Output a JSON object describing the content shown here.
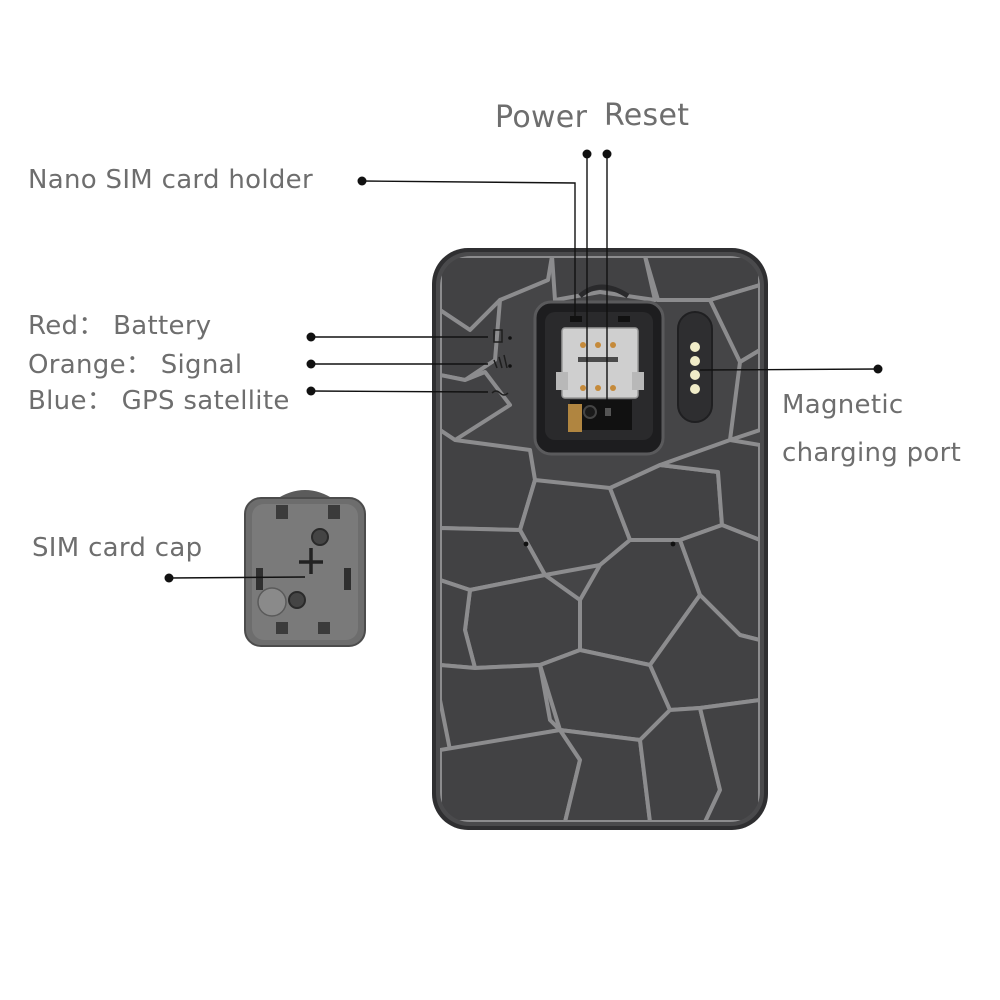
{
  "labels": {
    "power": "Power",
    "reset": "Reset",
    "nano_sim_holder": "Nano SIM card holder",
    "red_battery": "Red： Battery",
    "orange_signal": "Orange： Signal",
    "blue_gps": "Blue： GPS satellite",
    "magnetic_line1": "Magnetic",
    "magnetic_line2": "charging port",
    "sim_card_cap": "SIM card cap"
  },
  "colors": {
    "label_text": "#6e6e6e",
    "device_body": "#4a4a4c",
    "device_tile": "#3f3f41",
    "device_seam": "#8a8a8c",
    "leader_line": "#111111",
    "charging_pin": "#f0ecc8",
    "sim_metal": "#c9c9c9"
  },
  "icons": [
    "battery-icon",
    "signal-icon",
    "gps-satellite-icon",
    "charging-pins-icon",
    "sim-slot-icon"
  ]
}
